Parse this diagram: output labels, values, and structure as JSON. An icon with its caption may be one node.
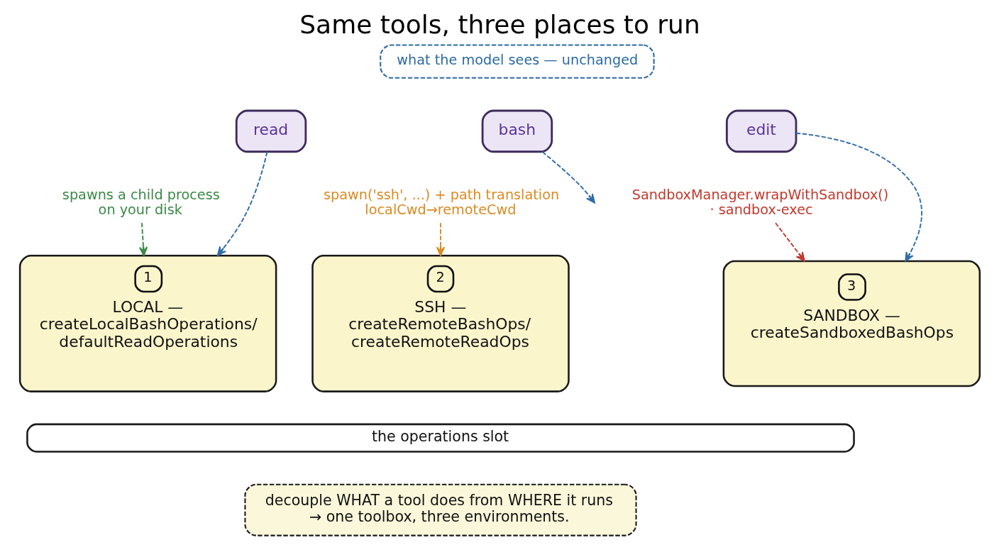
{
  "diagram": {
    "title": "Same tools, three places to run",
    "nodes": [
      {
        "text": [
          "what the model sees — unchanged"
        ]
      },
      {
        "text": [
          "read"
        ]
      },
      {
        "text": [
          "bash"
        ]
      },
      {
        "text": [
          "edit"
        ]
      },
      {
        "text": [
          "spawns a child process on your disk"
        ]
      },
      {
        "text": [
          "spawn('ssh', ...) + path translation localCwd→remoteCwd"
        ]
      },
      {
        "text": [
          "SandboxManager.wrapWithSandbox() · sandbox-exec"
        ]
      },
      {
        "text": [
          "1",
          "LOCAL — createLocalBashOperations/ defaultReadOperations"
        ]
      },
      {
        "text": [
          "2",
          "SSH — createRemoteBashOps/ createRemoteReadOps"
        ]
      },
      {
        "text": [
          "3",
          "SANDBOX — createSandboxedBashOps"
        ]
      },
      {
        "text": [
          "the operations slot"
        ]
      },
      {
        "text": [
          "decouple WHAT a tool does from WHERE it runs → one toolbox, three environments."
        ]
      }
    ],
    "edges": [
      {
        "from": 1,
        "to": 7,
        "arrow": "to",
        "style": "dashed"
      },
      {
        "from": 2,
        "to": null,
        "arrow": "to",
        "style": "dashed"
      },
      {
        "from": 3,
        "to": 9,
        "arrow": "to",
        "style": "dashed"
      },
      {
        "from": 4,
        "to": 7,
        "arrow": "to",
        "style": "dashed",
        "color": "#3b8a47"
      },
      {
        "from": 5,
        "to": 8,
        "arrow": "to",
        "style": "dashed",
        "color": "#d98b22"
      },
      {
        "from": 6,
        "to": 9,
        "arrow": "to",
        "style": "dashed",
        "color": "#c1392d"
      }
    ]
  }
}
